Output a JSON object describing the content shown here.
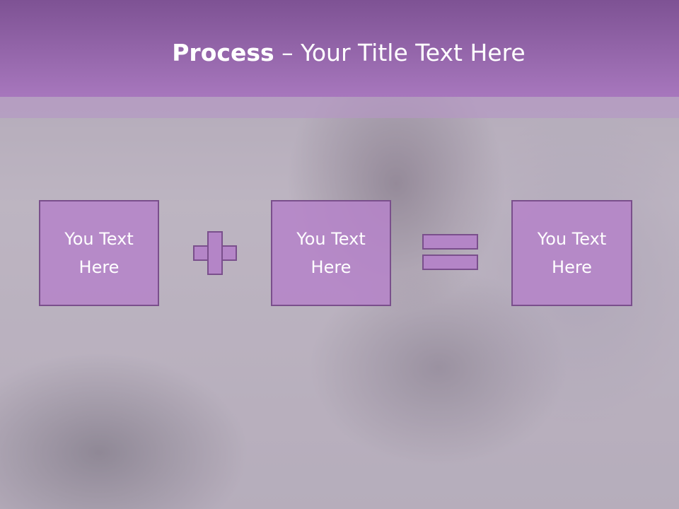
{
  "slide": {
    "title_bold": "Process",
    "title_rest": " – Your Title Text Here"
  },
  "process": {
    "boxes": [
      {
        "text": "You Text Here"
      },
      {
        "text": "You Text Here"
      },
      {
        "text": "You Text Here"
      }
    ],
    "operators": [
      "plus-icon",
      "equals-icon"
    ]
  },
  "colors": {
    "header": "#a777bd",
    "box_fill": "#b584c8",
    "box_border": "#7a4f8c",
    "text": "#ffffff"
  }
}
